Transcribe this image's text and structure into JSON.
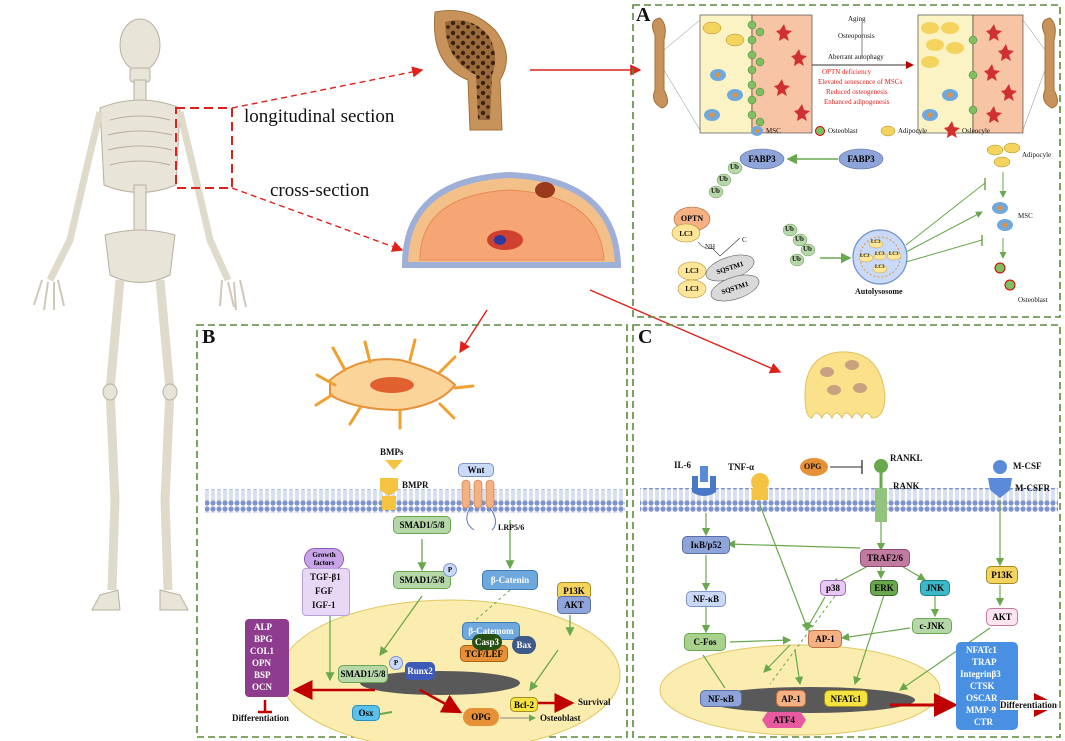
{
  "overview": {
    "longitudinal_label": "longitudinal section",
    "cross_label": "cross-section"
  },
  "panel_a": {
    "letter": "A",
    "stage_1": "Aging",
    "stage_2": "Osteoporosis",
    "stage_3": "Aberrant autophagy",
    "red_notes": [
      "OPTN deficiency",
      "Elevated senescence of MSCs",
      "Reduced osteogenesis",
      "Enhanced adipogenesis"
    ],
    "legend": [
      "MSC",
      "Osteoblast",
      "Adipocyle",
      "Osleocyle"
    ],
    "fabp3_bound": "FABP3",
    "fabp3_free": "FABP3",
    "optn": "OPTN",
    "lc3": "LC3",
    "ub": "Ub",
    "sqstm1": "SQSTM1",
    "nh": "NH",
    "c": "C",
    "autolysosome": "Autolysosome",
    "out_adipocyte": "Adipocyle",
    "out_msc": "MSC",
    "out_osteoblast": "Osteoblast"
  },
  "panel_b": {
    "letter": "B",
    "bmps": "BMPs",
    "bmpr": "BMPR",
    "wnt": "Wnt",
    "lrp": "LRP5/6",
    "smad_top": "SMAD1/5/8",
    "smad_mid": "SMAD1/5/8",
    "smad_nuc": "SMAD1/5/8",
    "p": "P",
    "growth": "Growth factors",
    "growth_list": [
      "TGF-β1",
      "FGF",
      "IGF-1"
    ],
    "catenin": "β-Catenin",
    "catenin_nuc": "β-Catemom",
    "p13k": "P13K",
    "akt": "AKT",
    "markers": [
      "ALP",
      "BPG",
      "COL1",
      "OPN",
      "BSP",
      "OCN"
    ],
    "differentiation": "Differentiation",
    "tcf": "TCF/LEF",
    "runx2": "Runx2",
    "osx": "Osx",
    "casp3": "Casp3",
    "bax": "Bax",
    "bcl2": "Bcl-2",
    "opg": "OPG",
    "survival": "Survival",
    "osteoblast": "Osteoblast"
  },
  "panel_c": {
    "letter": "C",
    "il6": "IL-6",
    "tnf": "TNF-α",
    "opg": "OPG",
    "rankl": "RANKL",
    "rank": "RANK",
    "mcsf": "M-CSF",
    "mcsfr": "M-CSFR",
    "ikb": "IκB/p52",
    "traf": "TRAF2/6",
    "nfkb": "NF-κB",
    "p38": "p38",
    "erk": "ERK",
    "jnk": "JNK",
    "p13k": "P13K",
    "cfos": "C-Fos",
    "ap1": "AP-1",
    "cjnk": "c-JNK",
    "akt": "AKT",
    "nuc_nfkb": "NF-κB",
    "nuc_ap1": "AP-1",
    "nuc_nfatc1": "NFATc1",
    "atf4": "ATF4",
    "genes": [
      "NFATc1",
      "TRAP",
      "Integrinβ3",
      "CTSK",
      "OSCAR",
      "MMP-9",
      "CTR"
    ],
    "differentiation": "Differentiation"
  },
  "colors": {
    "panel_border": "#5a8a3a",
    "arrow_red": "#e0201b",
    "pathway_green": "#6aa84f",
    "membrane": "#7f95c9",
    "nucleus": "#fbedb0",
    "bone": "#c7935a"
  }
}
